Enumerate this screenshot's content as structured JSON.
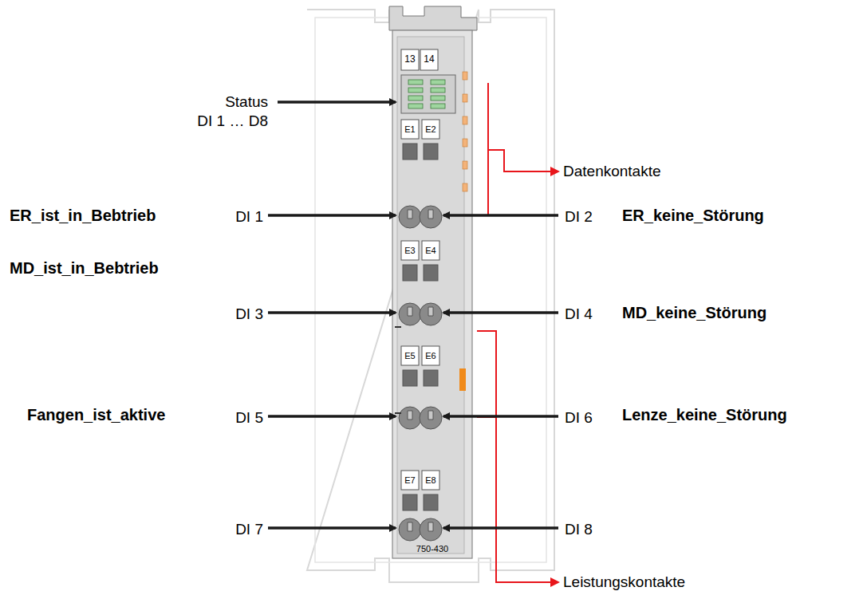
{
  "diagram": {
    "labels": [
      "13",
      "14",
      "Status",
      "DI 1 … D8",
      "E1",
      "E2",
      "Datenkontakte",
      "ER_ist_in_Bebtrieb",
      "DI 1",
      "DI 2",
      "ER_keine_Störung",
      "E3",
      "E4",
      "MD_ist_in_Bebtrieb",
      "DI 3",
      "DI 4",
      "MD_keine_Störung",
      "E5",
      "E6",
      "Fangen_ist_aktive",
      "DI 5",
      "DI 6",
      "Lenze_keine_Störung",
      "E7",
      "E8",
      "DI 7",
      "DI 8",
      "750-430",
      "Leistungskontakte"
    ]
  }
}
